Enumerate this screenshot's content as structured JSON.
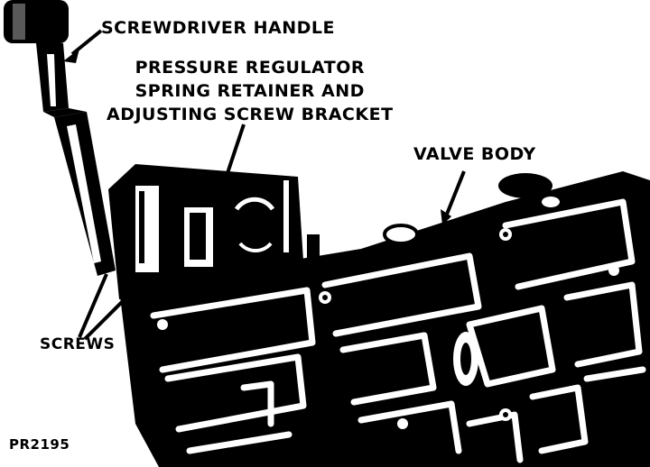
{
  "labels": {
    "screwdriver_handle": "SCREWDRIVER HANDLE",
    "pressure_regulator": [
      "PRESSURE REGULATOR",
      "SPRING RETAINER AND",
      "ADJUSTING SCREW BRACKET"
    ],
    "valve_body": "VALVE BODY",
    "screws": "SCREWS",
    "figure_id": "PR2195"
  },
  "colors": {
    "ink": "#000000",
    "paper": "#ffffff"
  }
}
